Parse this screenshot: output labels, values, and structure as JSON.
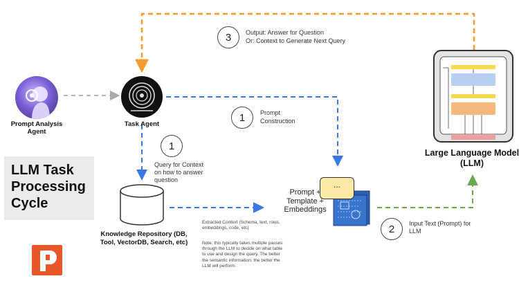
{
  "title": "LLM Task Processing Cycle",
  "nodes": {
    "prompt_agent": "Prompt  Analysis Agent",
    "task_agent": "Task Agent",
    "knowledge_repo": "Knowledge Repository (DB, Tool, VectorDB, Search, etc)",
    "prompt_template": "Prompt + Template + Embeddings",
    "llm": "Large Language Model (LLM)",
    "bubble": "..."
  },
  "steps": {
    "step3_number": "3",
    "step3_line1": "Output: Answer for Question",
    "step3_line2": "Or: Context to Generate Next Query",
    "step1a_number": "1",
    "step1a_line1": "Prompt",
    "step1a_line2": "Construction",
    "step1b_number": "1",
    "step1b_text": "Query for Context on how to answer question",
    "step2_number": "2",
    "step2_text": "Input Text (Prompt) for LLM"
  },
  "notes": {
    "extracted": "Extracted Context (Schema, text, rows, embeddings, code, etc)",
    "passes": "Note: this typically takes multiple passes through the LLM to decide on what table to use and design the query. The better the semantic information, the better the LLM will perform."
  },
  "colors": {
    "orange": "#f39c2b",
    "blue": "#3b78e7",
    "green": "#6aa84f",
    "gray": "#aaaaaa",
    "logo": "#e8572a"
  }
}
